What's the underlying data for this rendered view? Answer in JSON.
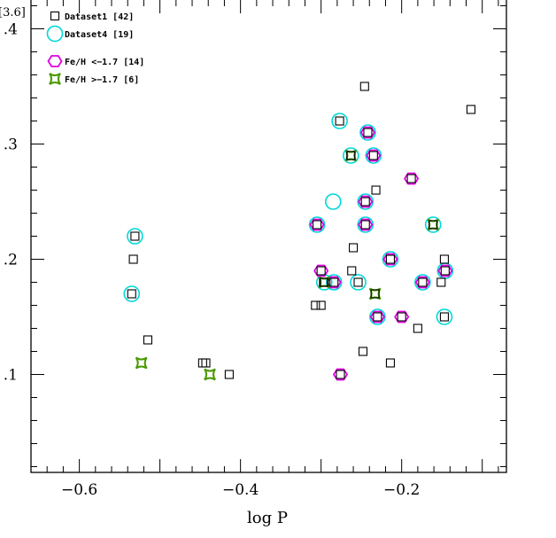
{
  "chart_data": {
    "type": "scatter",
    "xlabel": "log P",
    "ylabel": "[3.6]",
    "xlim": [
      -0.66,
      -0.07
    ],
    "ylim": [
      0.015,
      0.425
    ],
    "x_ticks": [
      -0.6,
      -0.4,
      -0.2
    ],
    "x_tick_labels": [
      "−0.6",
      "−0.4",
      "−0.2"
    ],
    "y_ticks": [
      0.1,
      0.2,
      0.3,
      0.4
    ],
    "y_tick_labels": [
      ".1",
      ".2",
      ".3",
      ".4"
    ],
    "legend_position": "top-left",
    "legend": [
      {
        "label": "Dataset1 [42]",
        "marker": "square",
        "color": "#000000"
      },
      {
        "label": "Dataset4 [19]",
        "marker": "circle",
        "color": "#00d8d8"
      },
      {
        "label": "Fe/H <−1.7 [14]",
        "marker": "hexagon",
        "color": "#e000e0"
      },
      {
        "label": "Fe/H >−1.7 [6]",
        "marker": "star",
        "color": "#4a9a00"
      }
    ],
    "series": [
      {
        "name": "Dataset1 [42]",
        "marker": "square",
        "color": "#000000",
        "points": [
          {
            "x": -0.531,
            "y": 0.22
          },
          {
            "x": -0.533,
            "y": 0.2
          },
          {
            "x": -0.535,
            "y": 0.17
          },
          {
            "x": -0.515,
            "y": 0.13
          },
          {
            "x": -0.447,
            "y": 0.11
          },
          {
            "x": -0.443,
            "y": 0.11
          },
          {
            "x": -0.414,
            "y": 0.1
          },
          {
            "x": -0.277,
            "y": 0.32
          },
          {
            "x": -0.246,
            "y": 0.35
          },
          {
            "x": -0.242,
            "y": 0.31
          },
          {
            "x": -0.235,
            "y": 0.29
          },
          {
            "x": -0.263,
            "y": 0.29
          },
          {
            "x": -0.232,
            "y": 0.26
          },
          {
            "x": -0.245,
            "y": 0.25
          },
          {
            "x": -0.305,
            "y": 0.23
          },
          {
            "x": -0.245,
            "y": 0.23
          },
          {
            "x": -0.26,
            "y": 0.21
          },
          {
            "x": -0.214,
            "y": 0.2
          },
          {
            "x": -0.147,
            "y": 0.2
          },
          {
            "x": -0.3,
            "y": 0.19
          },
          {
            "x": -0.262,
            "y": 0.19
          },
          {
            "x": -0.146,
            "y": 0.19
          },
          {
            "x": -0.297,
            "y": 0.18
          },
          {
            "x": -0.284,
            "y": 0.18
          },
          {
            "x": -0.254,
            "y": 0.18
          },
          {
            "x": -0.174,
            "y": 0.18
          },
          {
            "x": -0.151,
            "y": 0.18
          },
          {
            "x": -0.307,
            "y": 0.16
          },
          {
            "x": -0.3,
            "y": 0.16
          },
          {
            "x": -0.233,
            "y": 0.17
          },
          {
            "x": -0.23,
            "y": 0.15
          },
          {
            "x": -0.2,
            "y": 0.15
          },
          {
            "x": -0.147,
            "y": 0.15
          },
          {
            "x": -0.18,
            "y": 0.14
          },
          {
            "x": -0.248,
            "y": 0.12
          },
          {
            "x": -0.214,
            "y": 0.11
          },
          {
            "x": -0.276,
            "y": 0.1
          },
          {
            "x": -0.114,
            "y": 0.33
          },
          {
            "x": -0.188,
            "y": 0.27
          },
          {
            "x": -0.161,
            "y": 0.23
          },
          {
            "x": -0.296,
            "y": 0.18
          },
          {
            "x": -0.263,
            "y": 0.29
          }
        ]
      },
      {
        "name": "Dataset4 [19]",
        "marker": "circle",
        "color": "#00d8d8",
        "points": [
          {
            "x": -0.531,
            "y": 0.22
          },
          {
            "x": -0.535,
            "y": 0.17
          },
          {
            "x": -0.277,
            "y": 0.32
          },
          {
            "x": -0.242,
            "y": 0.31
          },
          {
            "x": -0.263,
            "y": 0.29
          },
          {
            "x": -0.235,
            "y": 0.29
          },
          {
            "x": -0.245,
            "y": 0.25
          },
          {
            "x": -0.285,
            "y": 0.25
          },
          {
            "x": -0.305,
            "y": 0.23
          },
          {
            "x": -0.245,
            "y": 0.23
          },
          {
            "x": -0.161,
            "y": 0.23
          },
          {
            "x": -0.214,
            "y": 0.2
          },
          {
            "x": -0.146,
            "y": 0.19
          },
          {
            "x": -0.296,
            "y": 0.18
          },
          {
            "x": -0.284,
            "y": 0.18
          },
          {
            "x": -0.254,
            "y": 0.18
          },
          {
            "x": -0.174,
            "y": 0.18
          },
          {
            "x": -0.23,
            "y": 0.15
          },
          {
            "x": -0.147,
            "y": 0.15
          }
        ]
      },
      {
        "name": "Fe/H <−1.7 [14]",
        "marker": "hexagon",
        "color": "#e000e0",
        "points": [
          {
            "x": -0.242,
            "y": 0.31
          },
          {
            "x": -0.235,
            "y": 0.29
          },
          {
            "x": -0.188,
            "y": 0.27
          },
          {
            "x": -0.245,
            "y": 0.25
          },
          {
            "x": -0.305,
            "y": 0.23
          },
          {
            "x": -0.245,
            "y": 0.23
          },
          {
            "x": -0.214,
            "y": 0.2
          },
          {
            "x": -0.3,
            "y": 0.19
          },
          {
            "x": -0.146,
            "y": 0.19
          },
          {
            "x": -0.284,
            "y": 0.18
          },
          {
            "x": -0.174,
            "y": 0.18
          },
          {
            "x": -0.23,
            "y": 0.15
          },
          {
            "x": -0.2,
            "y": 0.15
          },
          {
            "x": -0.276,
            "y": 0.1
          }
        ]
      },
      {
        "name": "Fe/H >−1.7 [6]",
        "marker": "star",
        "color": "#4a9a00",
        "points": [
          {
            "x": -0.263,
            "y": 0.29
          },
          {
            "x": -0.161,
            "y": 0.23
          },
          {
            "x": -0.296,
            "y": 0.18
          },
          {
            "x": -0.233,
            "y": 0.17
          },
          {
            "x": -0.523,
            "y": 0.11
          },
          {
            "x": -0.438,
            "y": 0.1
          }
        ]
      }
    ]
  }
}
